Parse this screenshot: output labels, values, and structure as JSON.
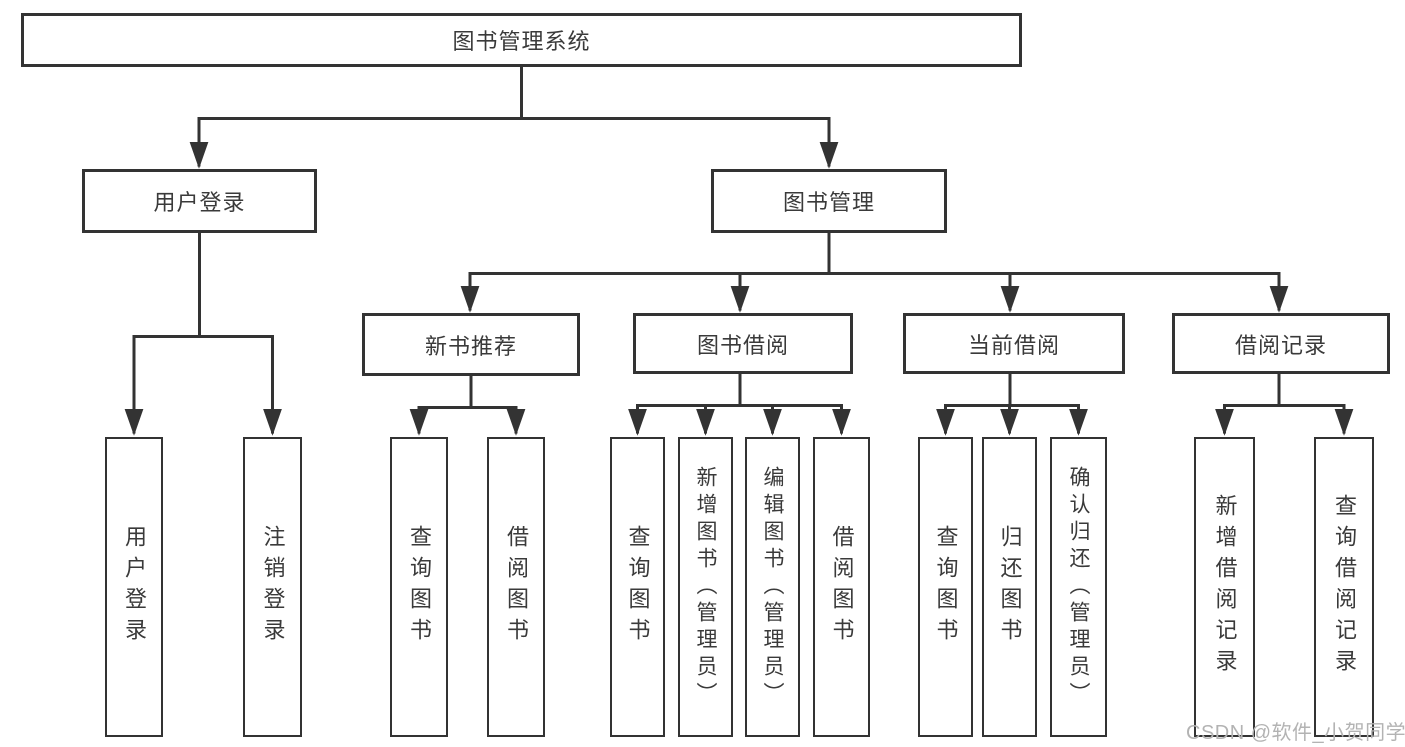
{
  "colors": {
    "background": "#ffffff",
    "line": "#333333",
    "text": "#3a3a3a",
    "watermark": "#b3b3b3"
  },
  "diagram": {
    "title": "图书管理系统",
    "root": "图书管理系统",
    "level2": {
      "user_login": "用户登录",
      "book_management": "图书管理"
    },
    "level3": {
      "new_book_recommend": "新书推荐",
      "book_borrow": "图书借阅",
      "current_borrow": "当前借阅",
      "borrow_records": "借阅记录"
    },
    "leaves": {
      "user_login": "用户登录",
      "logout": "注销登录",
      "recommend_query_books": "查询图书",
      "recommend_borrow_books": "借阅图书",
      "borrow_query_books": "查询图书",
      "borrow_add_books": "新增图书（管理员）",
      "borrow_edit_books": "编辑图书（管理员）",
      "borrow_borrow_books": "借阅图书",
      "current_query_books": "查询图书",
      "current_return_books": "归还图书",
      "current_confirm_return": "确认归还（管理员）",
      "records_add_record": "新增借阅记录",
      "records_query_record": "查询借阅记录"
    }
  },
  "watermark": "CSDN @软件_小贺同学"
}
